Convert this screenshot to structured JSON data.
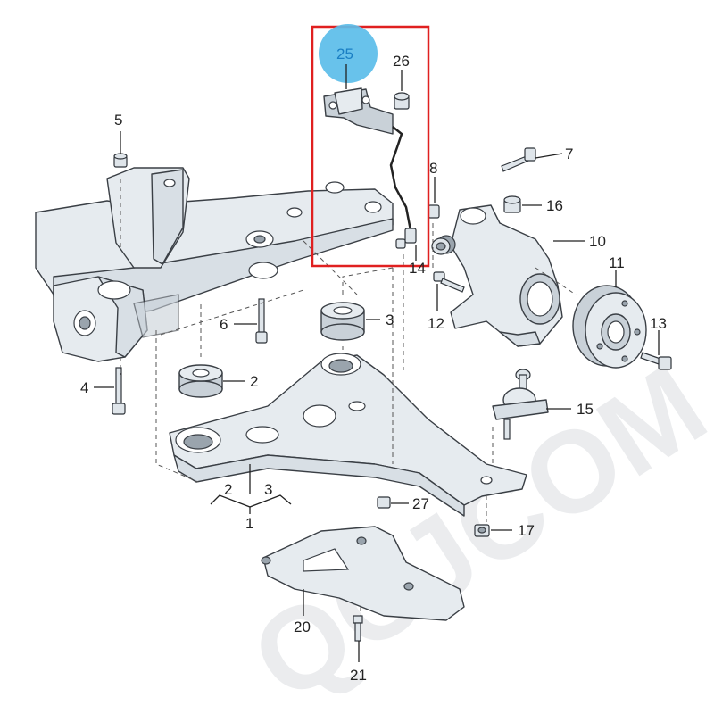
{
  "diagram": {
    "watermark": "QCJCOM",
    "callouts": {
      "p1": "1",
      "p2": "2",
      "p3": "3",
      "p4": "4",
      "p5": "5",
      "p6": "6",
      "p7": "7",
      "p8": "8",
      "p10": "10",
      "p11": "11",
      "p12": "12",
      "p13": "13",
      "p14": "14",
      "p15": "15",
      "p16": "16",
      "p17": "17",
      "p20": "20",
      "p21": "21",
      "p25": "25",
      "p26": "26",
      "p27": "27",
      "group_2": "2",
      "group_3": "3"
    },
    "colors": {
      "highlight_box": "#e02020",
      "highlight_dot": "#5bbde9",
      "highlight_text": "#1a7fc4"
    }
  }
}
